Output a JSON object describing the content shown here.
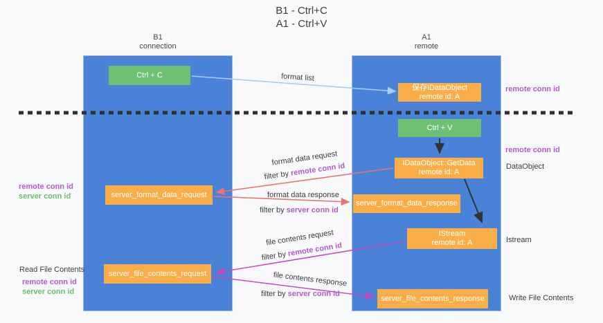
{
  "title": {
    "line1": "B1 - Ctrl+C",
    "line2": "A1 - Ctrl+V"
  },
  "lanes": {
    "left": {
      "title": "B1",
      "subtitle": "connection"
    },
    "right": {
      "title": "A1",
      "subtitle": "remote"
    }
  },
  "nodes": {
    "ctrl_c": {
      "label": "Ctrl + C"
    },
    "ctrl_v": {
      "label": "Ctrl + V"
    },
    "save_idataobject": {
      "line1": "保存IDataObject",
      "line2": "remote id: A"
    },
    "getdata": {
      "line1": "IDataObject::GetData",
      "line2": "remote id: A"
    },
    "istream": {
      "line1": "IStream",
      "line2": "remote id: A"
    },
    "server_format_data_request": {
      "label": "server_format_data_request"
    },
    "server_format_data_response": {
      "label": "server_format_data_response"
    },
    "server_file_contents_request": {
      "label": "server_file_contents_request"
    },
    "server_file_contents_response": {
      "label": "server_file_contents_response"
    }
  },
  "edge_labels": {
    "format_list": "format list",
    "format_data_request": "format data request",
    "format_data_response": "format data response",
    "file_contents_request": "file contents request",
    "file_contents_response": "file contents response",
    "filter_by": "filter by",
    "remote_conn_id": "remote conn id",
    "server_conn_id": "server conn id"
  },
  "side_labels": {
    "remote_conn_id": "remote conn id",
    "server_conn_id": "server conn id",
    "dataobject": "DataObject",
    "istream": "Istream",
    "read_file_contents": "Read File Contents",
    "write_file_contents": "Write File Contents"
  },
  "colors": {
    "lane_blue": "#4a82d8",
    "node_orange": "#fbae47",
    "node_green": "#6ec072",
    "purple_text": "#b35bc7",
    "green_text": "#6abf6e",
    "arrow_red": "#e8736f",
    "arrow_magenta": "#c54ac0",
    "arrow_light_blue": "#a8cdf0",
    "arrow_black": "#333333"
  }
}
